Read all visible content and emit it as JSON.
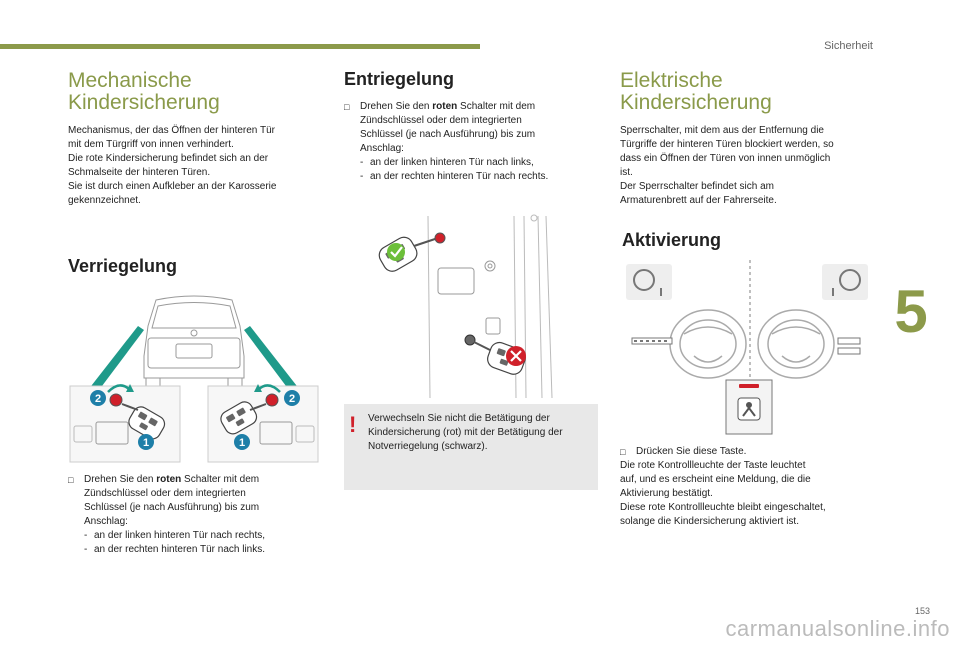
{
  "header": {
    "section_label": "Sicherheit",
    "chapter_number": "5",
    "page_number": "153"
  },
  "mechanical": {
    "title_line1": "Mechanische",
    "title_line2": "Kindersicherung",
    "paragraphs": [
      "Mechanismus, der das Öffnen der hinteren Tür",
      "mit dem Türgriff von innen verhindert.",
      "Die rote Kindersicherung befindet sich an der",
      "Schmalseite der hinteren Türen.",
      "Sie ist durch einen Aufkleber an der Karosserie",
      "gekennzeichnet."
    ]
  },
  "locking": {
    "title": "Verriegelung",
    "callouts": [
      "2",
      "1",
      "2",
      "1"
    ],
    "bullet_line1_pre": "Drehen Sie den ",
    "bullet_line1_bold": "roten",
    "bullet_line1_post": " Schalter mit dem",
    "bullet_lines": [
      "Zündschlüssel oder dem integrierten",
      "Schlüssel (je nach Ausführung) bis zum",
      "Anschlag:"
    ],
    "dash_items": [
      "an der linken hinteren Tür nach rechts,",
      "an der rechten hinteren Tür nach links."
    ]
  },
  "unlocking": {
    "title": "Entriegelung",
    "bullet_line1_pre": "Drehen Sie den ",
    "bullet_line1_bold": "roten",
    "bullet_line1_post": " Schalter mit dem",
    "bullet_lines": [
      "Zündschlüssel oder dem integrierten",
      "Schlüssel (je nach Ausführung) bis zum",
      "Anschlag:"
    ],
    "dash_items": [
      "an der linken hinteren Tür nach links,",
      "an der rechten hinteren Tür nach rechts."
    ],
    "warning_mark": "!",
    "warning_lines": [
      "Verwechseln Sie nicht die Betätigung der",
      "Kindersicherung (rot) mit der Betätigung der",
      "Notverriegelung (schwarz)."
    ]
  },
  "electric": {
    "title_line1": "Elektrische",
    "title_line2": "Kindersicherung",
    "paragraphs": [
      "Sperrschalter, mit dem aus der Entfernung die",
      "Türgriffe der hinteren Türen blockiert werden, so",
      "dass ein Öffnen der Türen von innen unmöglich",
      "ist.",
      "Der Sperrschalter befindet sich am",
      "Armaturenbrett auf der Fahrerseite."
    ]
  },
  "activation": {
    "title": "Aktivierung",
    "bullet_line1": "Drücken Sie diese Taste.",
    "lines": [
      "Die rote Kontrollleuchte der Taste leuchtet",
      "auf, und es erscheint eine Meldung, die die",
      "Aktivierung bestätigt.",
      "Diese rote Kontrollleuchte bleibt eingeschaltet,",
      "solange die Kindersicherung aktiviert ist."
    ]
  },
  "footer": {
    "watermark": "carmanualsonline.info"
  },
  "colors": {
    "accent": "#8c9a4a",
    "teal": "#1f9a8a",
    "red": "#d0202a",
    "green": "#6cbf3a",
    "callout_blue": "#1e7fa8"
  }
}
